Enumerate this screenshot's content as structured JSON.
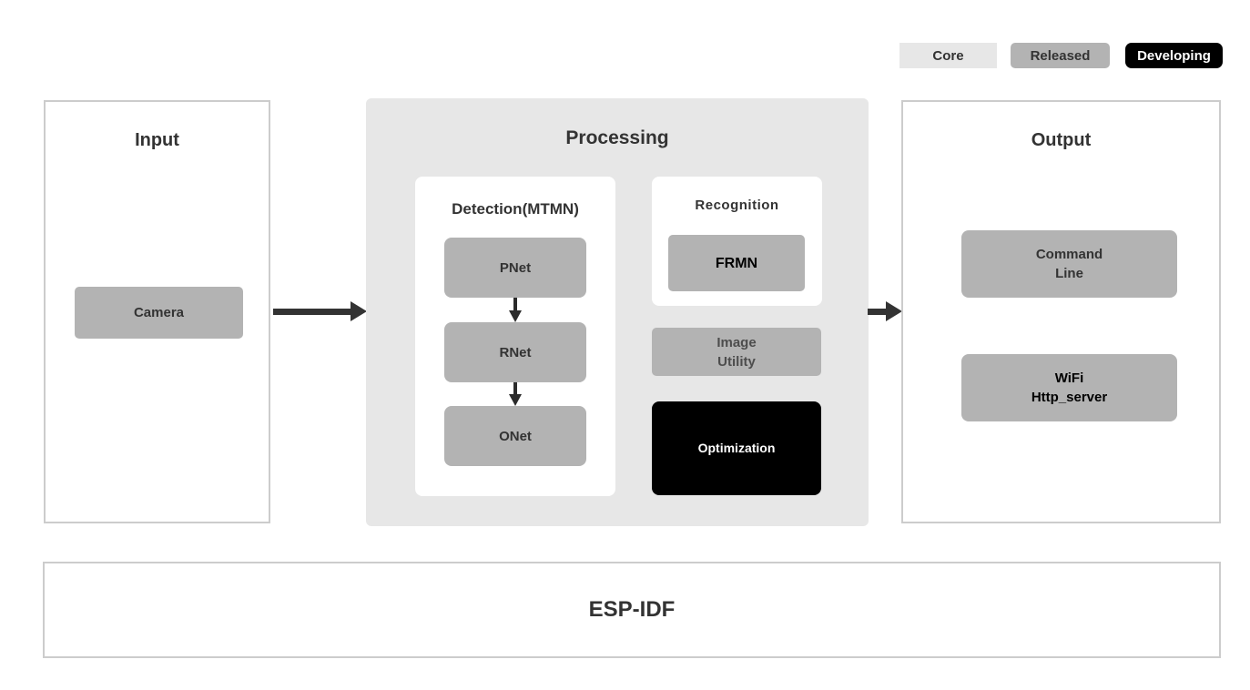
{
  "legend": {
    "items": [
      {
        "label": "Core",
        "bg": "#e7e7e7",
        "fg": "#333333"
      },
      {
        "label": "Released",
        "bg": "#b3b3b3",
        "fg": "#333333"
      },
      {
        "label": "Developing",
        "bg": "#000000",
        "fg": "#ffffff"
      }
    ]
  },
  "input": {
    "title": "Input",
    "camera_label": "Camera"
  },
  "processing": {
    "title": "Processing",
    "detection": {
      "title": "Detection(MTMN)",
      "nodes": [
        "PNet",
        "RNet",
        "ONet"
      ],
      "flow": "PNet -> RNet -> ONet"
    },
    "recognition": {
      "title": "Recognition",
      "node": "FRMN"
    },
    "image_utility_label": "Image\nUtility",
    "optimization_label": "Optimization"
  },
  "output": {
    "title": "Output",
    "command_line_label": "Command\nLine",
    "wifi_label": "WiFi\nHttp_server"
  },
  "foundation": {
    "title": "ESP-IDF"
  },
  "flows": [
    "Input -> Processing",
    "Processing -> Output"
  ],
  "colors": {
    "core_panel_bg": "#e7e7e7",
    "released_node_bg": "#b3b3b3",
    "developing_node_bg": "#000000",
    "panel_border": "#cccccc",
    "text": "#333333",
    "arrow": "#333333"
  }
}
